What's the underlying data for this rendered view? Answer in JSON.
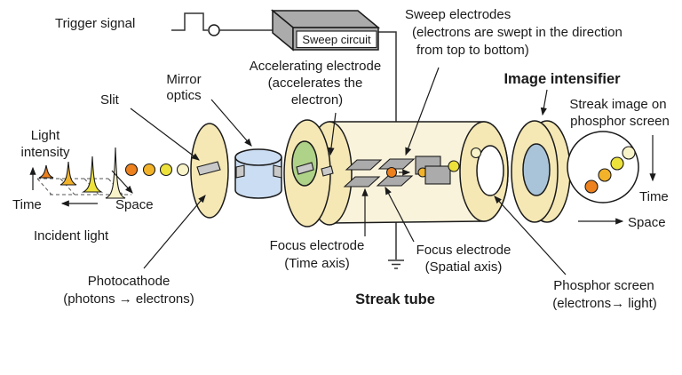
{
  "labels": {
    "trigger_signal": "Trigger signal",
    "sweep_circuit": "Sweep circuit",
    "sweep_electrodes_line1": "Sweep electrodes",
    "sweep_electrodes_line2": "(electrons are swept in the direction",
    "sweep_electrodes_line3": "from top to bottom)",
    "accelerating_line1": "Accelerating electrode",
    "accelerating_line2": "(accelerates the",
    "accelerating_line3": "electron)",
    "mirror_line1": "Mirror",
    "mirror_line2": "optics",
    "slit": "Slit",
    "light_intensity_line1": "Light",
    "light_intensity_line2": "intensity",
    "time_left": "Time",
    "space_left": "Space",
    "incident_light": "Incident light",
    "photocathode_line1": "Photocathode",
    "photocathode_line2": "(photons → electrons)",
    "focus_time_line1": "Focus electrode",
    "focus_time_line2": "(Time axis)",
    "focus_spatial_line1": "Focus electrode",
    "focus_spatial_line2": "(Spatial axis)",
    "streak_tube": "Streak tube",
    "image_intensifier": "Image intensifier",
    "streak_image_line1": "Streak image on",
    "streak_image_line2": "phosphor screen",
    "time_right": "Time",
    "space_right": "Space",
    "phosphor_line1": "Phosphor screen",
    "phosphor_line2": "(electrons→ light)"
  },
  "colors": {
    "cream": "#F5E8B5",
    "cream_light": "#FAF3DC",
    "green": "#AED287",
    "blue_light": "#CBDDF2",
    "blue_gray": "#A9C4D9",
    "gray": "#ABABAB",
    "gray_light": "#C9C9C9",
    "orange": "#ED811E",
    "amber": "#F2B32A",
    "yellow": "#EDE13B",
    "pale_yellow": "#F8F3C8",
    "white": "#FFFFFF"
  }
}
